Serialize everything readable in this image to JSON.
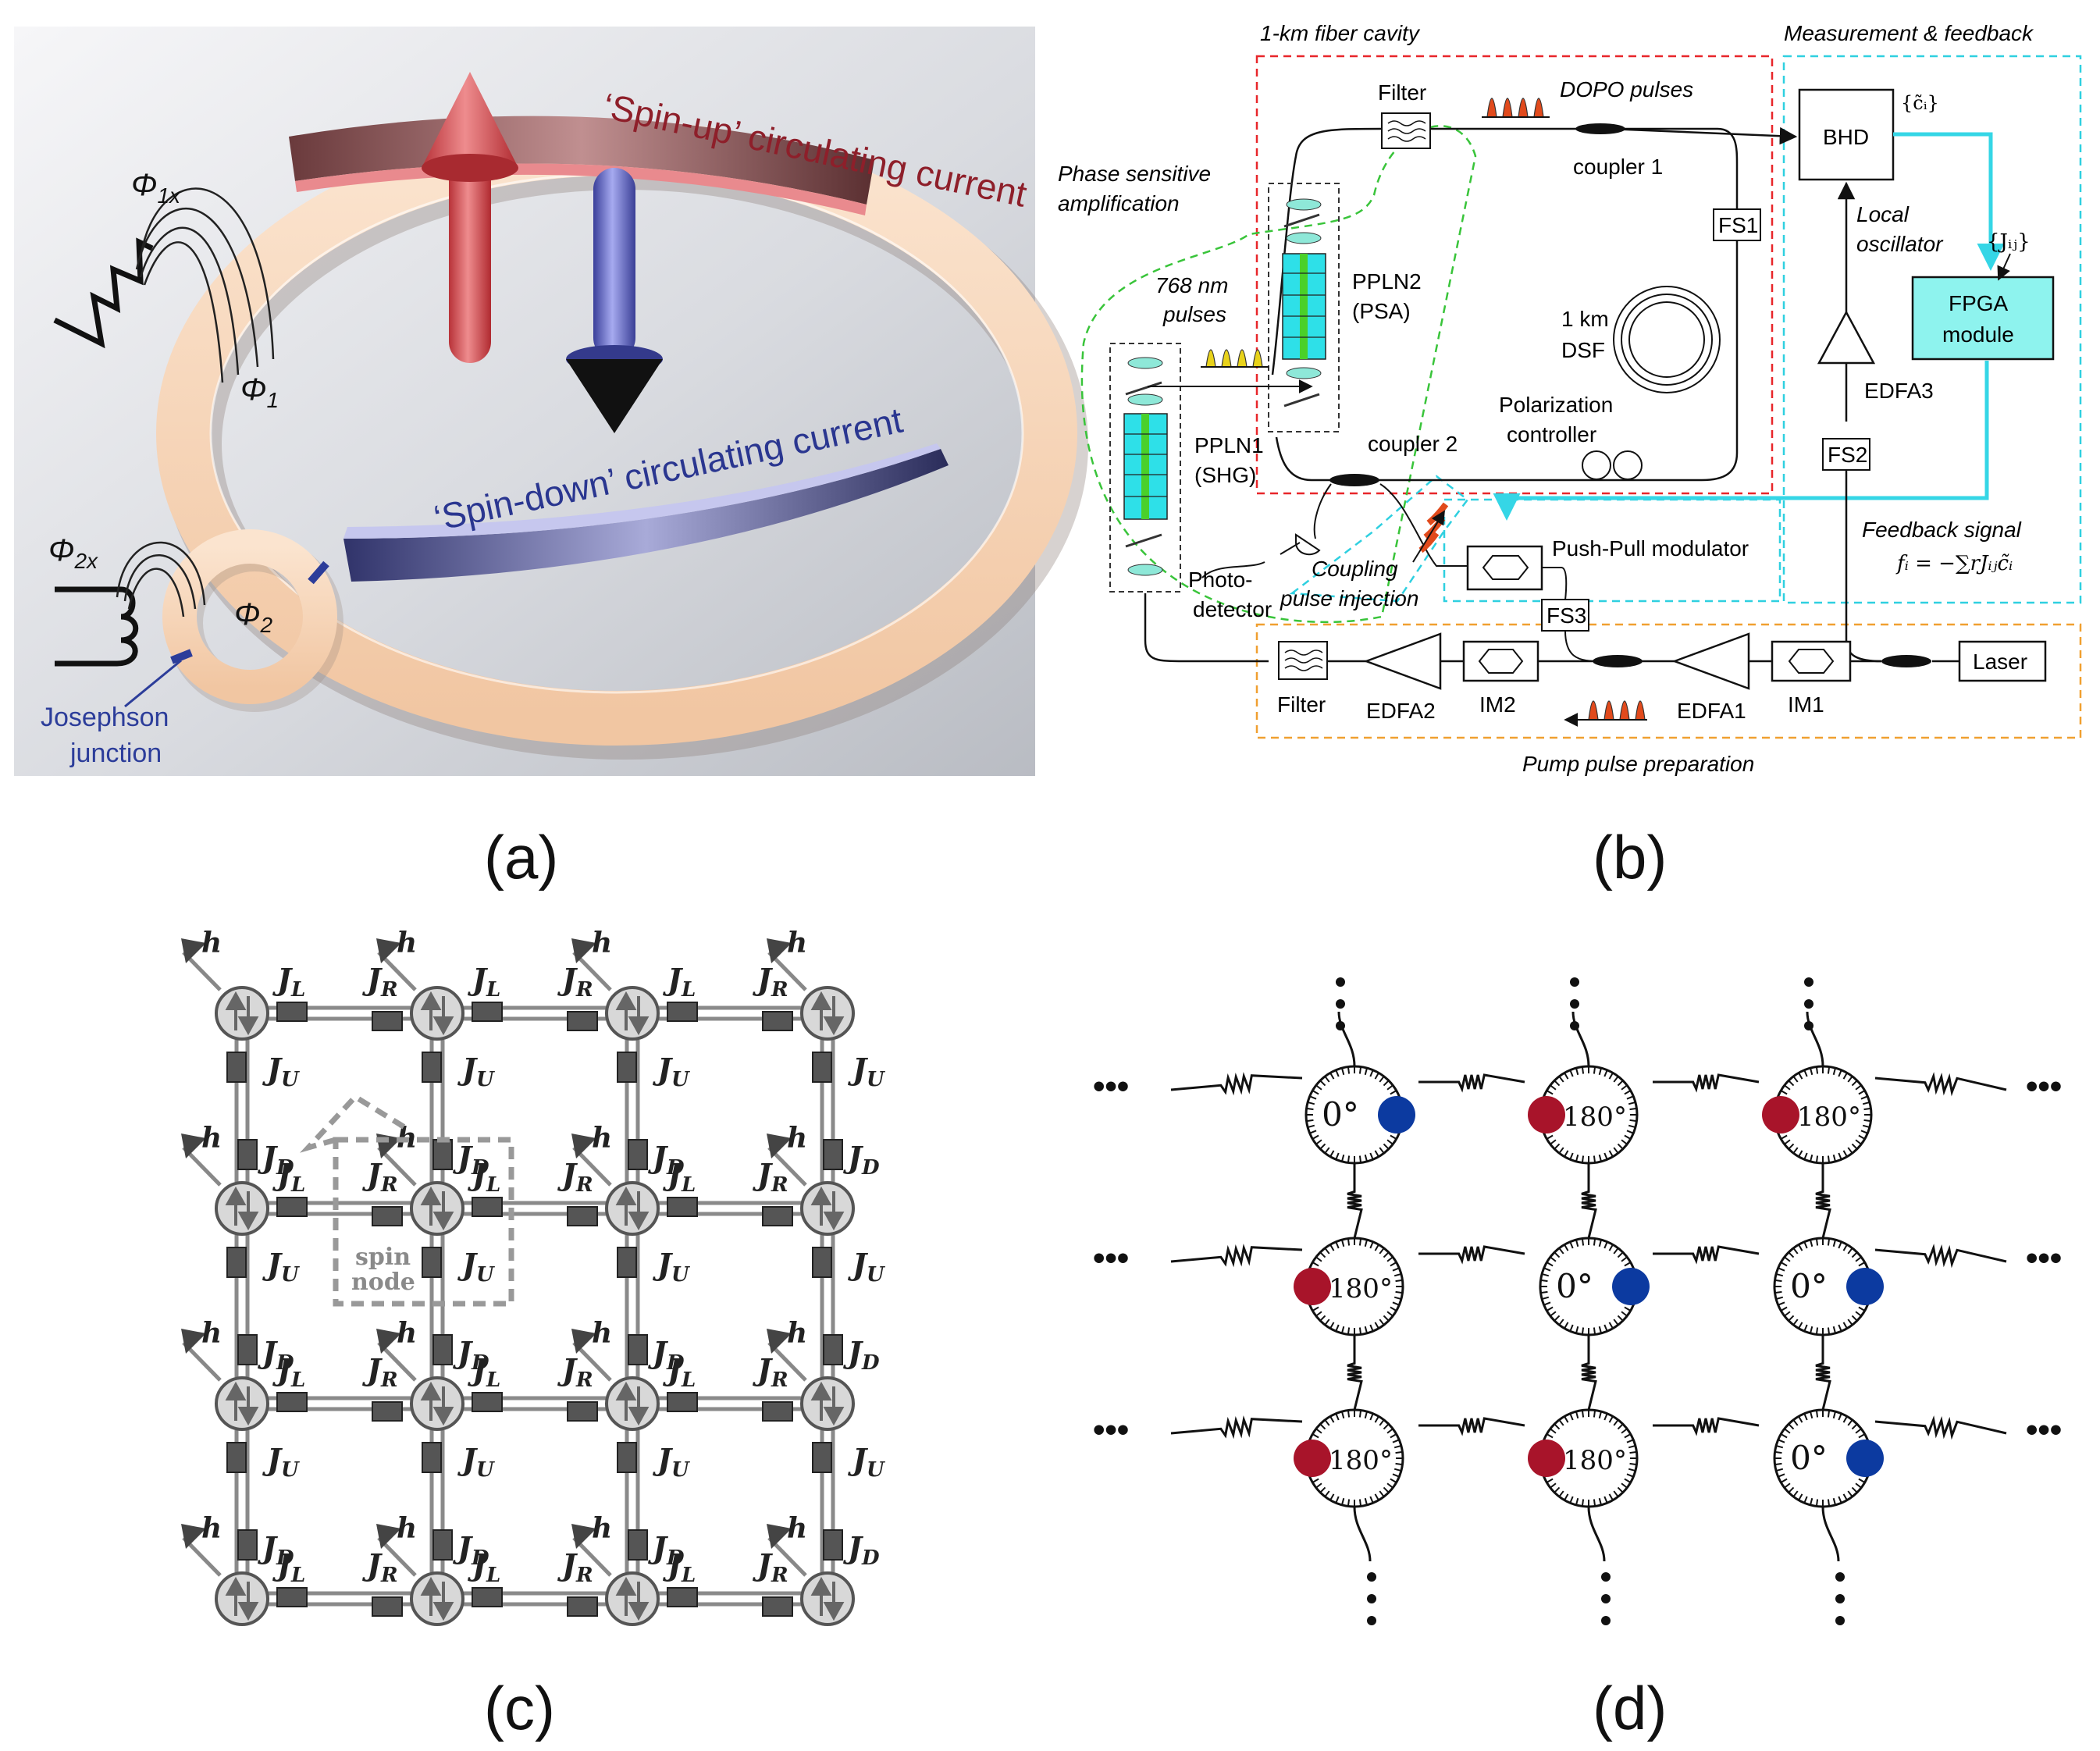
{
  "panel_labels": {
    "a": "(a)",
    "b": "(b)",
    "c": "(c)",
    "d": "(d)"
  },
  "panel_a": {
    "spin_up": "‘Spin-up’ circulating current",
    "spin_down": "‘Spin-down’ circulating current",
    "phi_1x": "Φ",
    "phi_1x_sub": "1x",
    "phi_1": "Φ",
    "phi_1_sub": "1",
    "phi_2x": "Φ",
    "phi_2x_sub": "2x",
    "phi_2": "Φ",
    "phi_2_sub": "2",
    "junction_line1": "Josephson",
    "junction_line2": "junction",
    "colors": {
      "up_arrow": "#d45a5e",
      "down_arrow": "#5a5fc8",
      "ring": "#f5cfae"
    }
  },
  "panel_b": {
    "fiber_cavity": "1-km fiber cavity",
    "measurement": "Measurement & feedback",
    "filter_top": "Filter",
    "dopo_pulses": "DOPO pulses",
    "bhd": "BHD",
    "c_set": "{c̃ᵢ}",
    "phase_line1": "Phase sensitive",
    "phase_line2": "amplification",
    "coupler1": "coupler 1",
    "fs1": "FS1",
    "local_line1": "Local",
    "local_line2": "oscillator",
    "j_set": "{Jᵢⱼ}",
    "pump768_line1": "768 nm",
    "pump768_line2": "pulses",
    "ppln2_line1": "PPLN2",
    "ppln2_line2": "(PSA)",
    "dsf_line1": "1 km",
    "dsf_line2": "DSF",
    "fpga_line1": "FPGA",
    "fpga_line2": "module",
    "edfa3": "EDFA3",
    "polar_line1": "Polarization",
    "polar_line2": "controller",
    "ppln1_line1": "PPLN1",
    "ppln1_line2": "(SHG)",
    "coupler2": "coupler 2",
    "fs2": "FS2",
    "feedback": "Feedback signal",
    "feedback_eq": "fᵢ = −∑rJᵢⱼc̃ᵢ",
    "pushpull": "Push-Pull modulator",
    "coupling_line1": "Coupling",
    "coupling_line2": "pulse injection",
    "photo_line1": "Photo-",
    "photo_line2": "detector",
    "fs3": "FS3",
    "laser": "Laser",
    "filter_bottom": "Filter",
    "edfa2": "EDFA2",
    "im2": "IM2",
    "edfa1": "EDFA1",
    "im1": "IM1",
    "pump_prep": "Pump pulse preparation",
    "colors": {
      "cavity": "#e8262a",
      "measure": "#2fd0e0",
      "phase": "#39c43a",
      "pump": "#f0a030",
      "feedback_line": "#35d6e6",
      "fpga_fill": "#8ef3ee",
      "crystal": "#2ee0e8",
      "crystal_bar": "#4ad02a",
      "red_pulse": "#e14a1c",
      "yellow_pulse": "#e8d21a"
    }
  },
  "panel_c": {
    "h": "h",
    "j_l": "J",
    "j_l_sub": "L",
    "j_r": "J",
    "j_r_sub": "R",
    "j_u": "J",
    "j_u_sub": "U",
    "j_d": "J",
    "j_d_sub": "D",
    "spin_line1": "spin",
    "spin_line2": "node"
  },
  "panel_d": {
    "ellipsis": "•••",
    "rows": [
      [
        "0°",
        "180°",
        "180°"
      ],
      [
        "180°",
        "0°",
        "0°"
      ],
      [
        "180°",
        "180°",
        "0°"
      ]
    ],
    "colors": {
      "red_dot": "#a8142a",
      "blue_dot": "#0c3aa0"
    }
  }
}
